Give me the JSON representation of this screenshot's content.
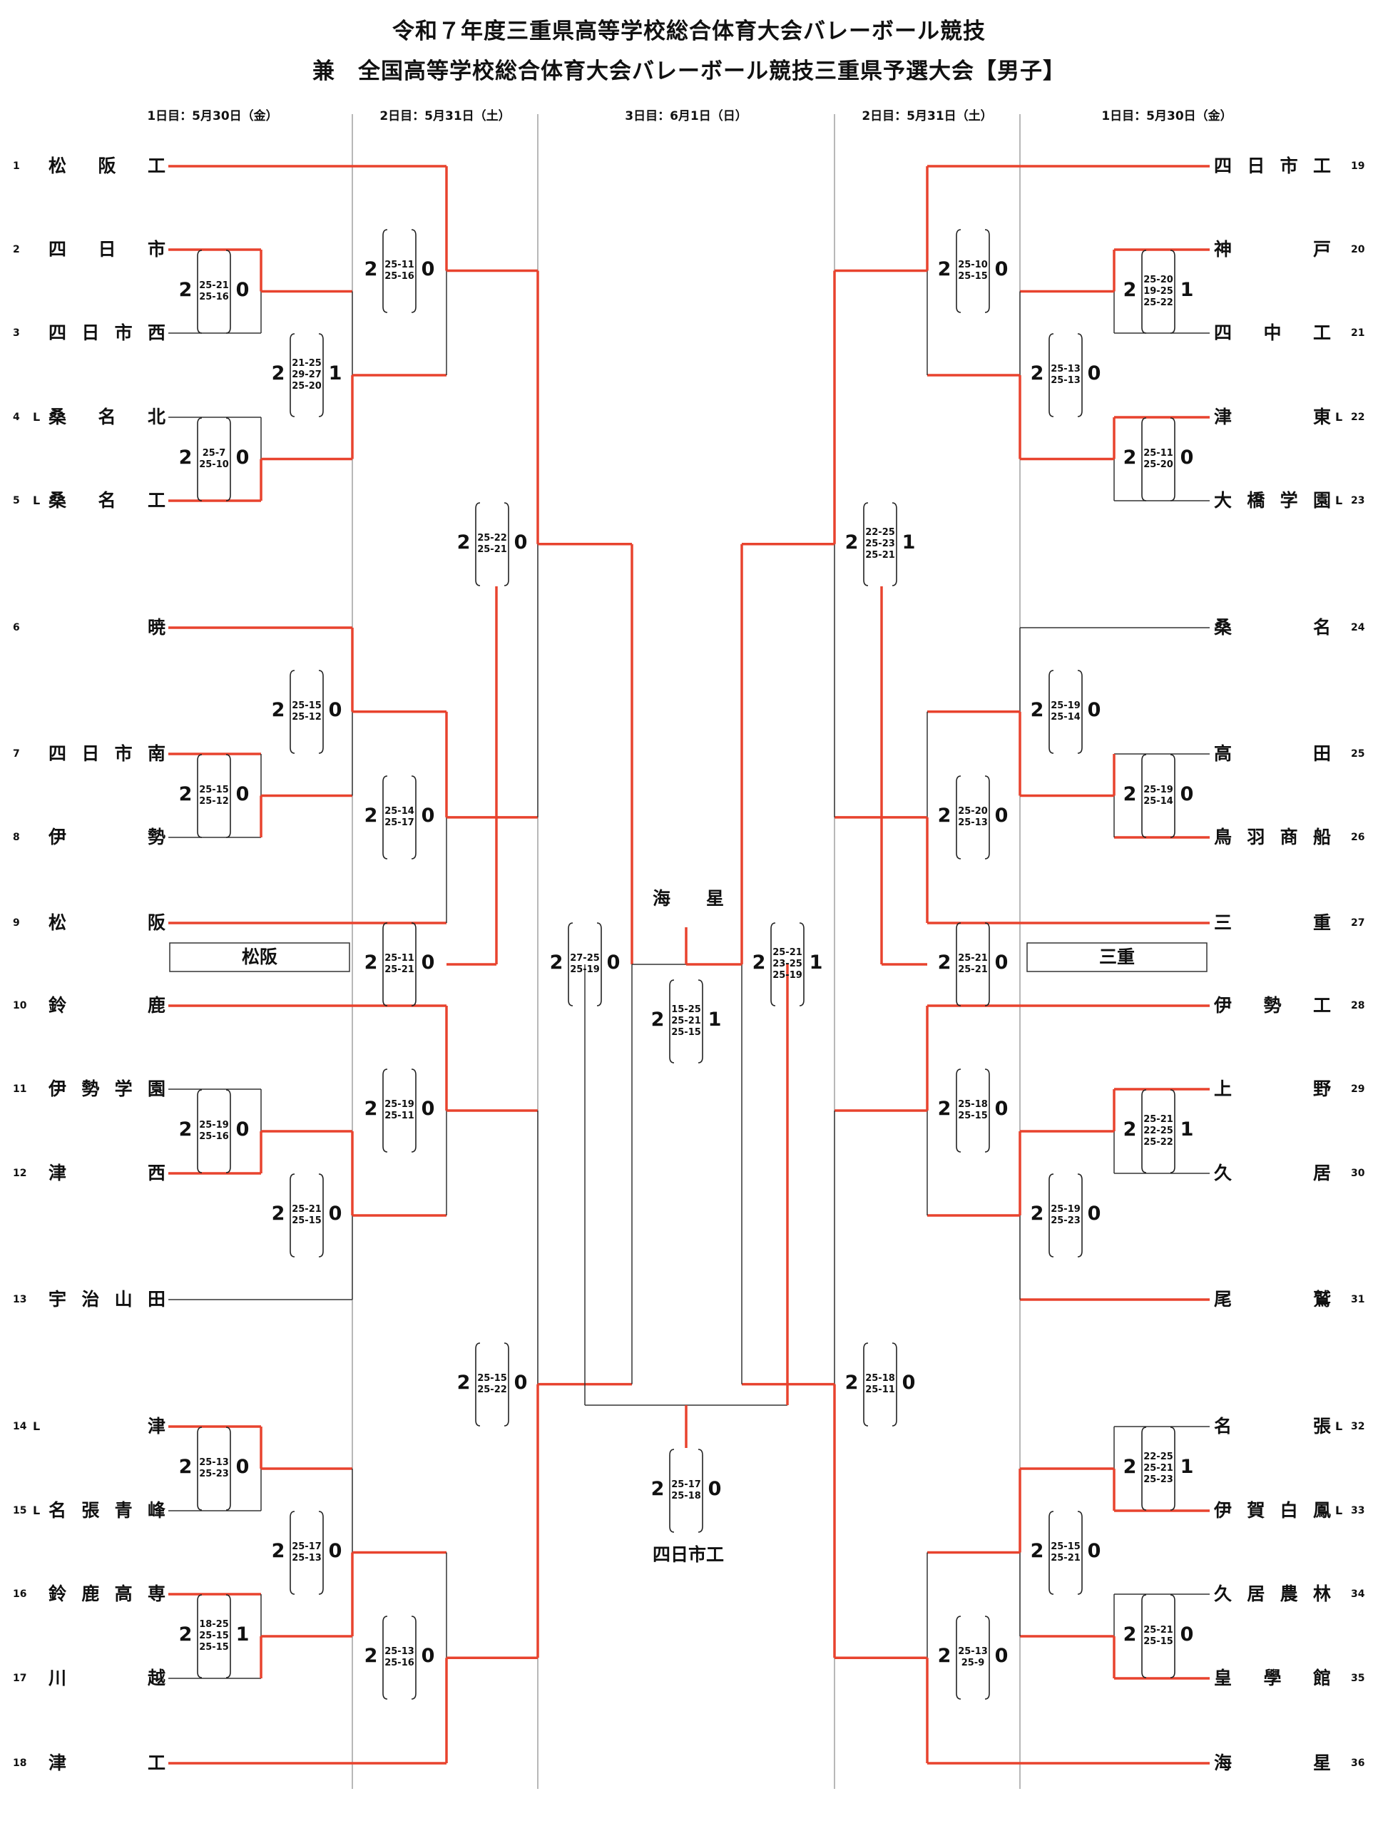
{
  "title": {
    "line1": "令和７年度三重県高等学校総合体育大会バレーボール競技",
    "line2": "兼　全国高等学校総合体育大会バレーボール競技三重県予選大会【男子】"
  },
  "days": {
    "left_day1": "1日目：5月30日（金）",
    "left_day2": "2日目：5月31日（土）",
    "center_day3": "3日目：6月1日（日）",
    "right_day2": "2日目：5月31日（土）",
    "right_day1": "1日目：5月30日（金）"
  },
  "venues": {
    "left": "松阪",
    "right": "三重"
  },
  "champion": "四日市工",
  "semifinal_top_winner": "海　　星",
  "colors": {
    "winner_line": "#e8432e",
    "line": "#333333"
  },
  "teams_left": [
    {
      "seed": "1",
      "name": "松阪工",
      "chars": [
        "松",
        "阪",
        "工"
      ],
      "l": ""
    },
    {
      "seed": "2",
      "name": "四日市",
      "chars": [
        "四",
        "日",
        "市"
      ],
      "l": ""
    },
    {
      "seed": "3",
      "name": "四日市西",
      "chars": [
        "四",
        "日",
        "市",
        "西"
      ],
      "l": ""
    },
    {
      "seed": "4",
      "name": "桑名北",
      "chars": [
        "桑",
        "名",
        "北"
      ],
      "l": "L"
    },
    {
      "seed": "5",
      "name": "桑名工",
      "chars": [
        "桑",
        "名",
        "工"
      ],
      "l": "L"
    },
    {
      "seed": "6",
      "name": "暁",
      "chars": [
        "",
        "暁"
      ],
      "l": ""
    },
    {
      "seed": "7",
      "name": "四日市南",
      "chars": [
        "四",
        "日",
        "市",
        "南"
      ],
      "l": ""
    },
    {
      "seed": "8",
      "name": "伊勢",
      "chars": [
        "伊",
        "勢"
      ],
      "l": ""
    },
    {
      "seed": "9",
      "name": "松阪",
      "chars": [
        "松",
        "阪"
      ],
      "l": ""
    },
    {
      "seed": "10",
      "name": "鈴鹿",
      "chars": [
        "鈴",
        "鹿"
      ],
      "l": ""
    },
    {
      "seed": "11",
      "name": "伊勢学園",
      "chars": [
        "伊",
        "勢",
        "学",
        "園"
      ],
      "l": ""
    },
    {
      "seed": "12",
      "name": "津西",
      "chars": [
        "津",
        "西"
      ],
      "l": ""
    },
    {
      "seed": "13",
      "name": "宇治山田",
      "chars": [
        "宇",
        "治",
        "山",
        "田"
      ],
      "l": ""
    },
    {
      "seed": "14",
      "name": "津",
      "chars": [
        "",
        "津"
      ],
      "l": "L"
    },
    {
      "seed": "15",
      "name": "名張青峰",
      "chars": [
        "名",
        "張",
        "青",
        "峰"
      ],
      "l": "L"
    },
    {
      "seed": "16",
      "name": "鈴鹿高専",
      "chars": [
        "鈴",
        "鹿",
        "高",
        "専"
      ],
      "l": ""
    },
    {
      "seed": "17",
      "name": "川越",
      "chars": [
        "川",
        "越"
      ],
      "l": ""
    },
    {
      "seed": "18",
      "name": "津工",
      "chars": [
        "津",
        "工"
      ],
      "l": ""
    }
  ],
  "teams_right": [
    {
      "seed": "19",
      "name": "四日市工",
      "chars": [
        "四",
        "日",
        "市",
        "工"
      ],
      "l": ""
    },
    {
      "seed": "20",
      "name": "神戸",
      "chars": [
        "神",
        "戸"
      ],
      "l": ""
    },
    {
      "seed": "21",
      "name": "四中工",
      "chars": [
        "四",
        "中",
        "工"
      ],
      "l": ""
    },
    {
      "seed": "22",
      "name": "津東",
      "chars": [
        "津",
        "東"
      ],
      "l": "L"
    },
    {
      "seed": "23",
      "name": "大橋学園",
      "chars": [
        "大",
        "橋",
        "学",
        "園"
      ],
      "l": "L"
    },
    {
      "seed": "24",
      "name": "桑名",
      "chars": [
        "桑",
        "名"
      ],
      "l": ""
    },
    {
      "seed": "25",
      "name": "高田",
      "chars": [
        "高",
        "田"
      ],
      "l": ""
    },
    {
      "seed": "26",
      "name": "鳥羽商船",
      "chars": [
        "鳥",
        "羽",
        "商",
        "船"
      ],
      "l": ""
    },
    {
      "seed": "27",
      "name": "三重",
      "chars": [
        "三",
        "重"
      ],
      "l": ""
    },
    {
      "seed": "28",
      "name": "伊勢工",
      "chars": [
        "伊",
        "勢",
        "工"
      ],
      "l": ""
    },
    {
      "seed": "29",
      "name": "上野",
      "chars": [
        "上",
        "野"
      ],
      "l": ""
    },
    {
      "seed": "30",
      "name": "久居",
      "chars": [
        "久",
        "居"
      ],
      "l": ""
    },
    {
      "seed": "31",
      "name": "尾鷲",
      "chars": [
        "尾",
        "鷲"
      ],
      "l": ""
    },
    {
      "seed": "32",
      "name": "名張",
      "chars": [
        "名",
        "張"
      ],
      "l": "L"
    },
    {
      "seed": "33",
      "name": "伊賀白鳳",
      "chars": [
        "伊",
        "賀",
        "白",
        "鳳"
      ],
      "l": "L"
    },
    {
      "seed": "34",
      "name": "久居農林",
      "chars": [
        "久",
        "居",
        "農",
        "林"
      ],
      "l": ""
    },
    {
      "seed": "35",
      "name": "皇學館",
      "chars": [
        "皇",
        "學",
        "館"
      ],
      "l": ""
    },
    {
      "seed": "36",
      "name": "海星",
      "chars": [
        "海",
        "星"
      ],
      "l": ""
    }
  ],
  "matches": [
    {
      "id": "L1",
      "w": "2",
      "l": "0",
      "sets": [
        "25-21",
        "25-16"
      ]
    },
    {
      "id": "L2",
      "w": "2",
      "l": "0",
      "sets": [
        "25-7",
        "25-10"
      ]
    },
    {
      "id": "L3",
      "w": "2",
      "l": "1",
      "sets": [
        "21-25",
        "29-27",
        "25-20"
      ]
    },
    {
      "id": "L4",
      "w": "2",
      "l": "0",
      "sets": [
        "25-11",
        "25-16"
      ]
    },
    {
      "id": "L5",
      "w": "2",
      "l": "0",
      "sets": [
        "25-15",
        "25-12"
      ]
    },
    {
      "id": "L6",
      "w": "2",
      "l": "0",
      "sets": [
        "25-15",
        "25-12"
      ]
    },
    {
      "id": "L7",
      "w": "2",
      "l": "0",
      "sets": [
        "25-14",
        "25-17"
      ]
    },
    {
      "id": "L8",
      "w": "2",
      "l": "0",
      "sets": [
        "25-22",
        "25-21"
      ]
    },
    {
      "id": "L9",
      "w": "2",
      "l": "0",
      "sets": [
        "25-11",
        "25-21"
      ]
    },
    {
      "id": "L10",
      "w": "2",
      "l": "0",
      "sets": [
        "25-19",
        "25-16"
      ]
    },
    {
      "id": "L11",
      "w": "2",
      "l": "0",
      "sets": [
        "25-19",
        "25-11"
      ]
    },
    {
      "id": "L12",
      "w": "2",
      "l": "0",
      "sets": [
        "25-21",
        "25-15"
      ]
    },
    {
      "id": "L13",
      "w": "2",
      "l": "0",
      "sets": [
        "25-15",
        "25-22"
      ]
    },
    {
      "id": "L14",
      "w": "2",
      "l": "0",
      "sets": [
        "25-13",
        "25-23"
      ]
    },
    {
      "id": "L15",
      "w": "2",
      "l": "0",
      "sets": [
        "25-17",
        "25-13"
      ]
    },
    {
      "id": "L16",
      "w": "2",
      "l": "1",
      "sets": [
        "18-25",
        "25-15",
        "25-15"
      ]
    },
    {
      "id": "L17",
      "w": "2",
      "l": "0",
      "sets": [
        "25-13",
        "25-16"
      ]
    },
    {
      "id": "R1",
      "w": "2",
      "l": "0",
      "sets": [
        "25-10",
        "25-15"
      ]
    },
    {
      "id": "R2",
      "w": "2",
      "l": "1",
      "sets": [
        "25-20",
        "19-25",
        "25-22"
      ]
    },
    {
      "id": "R3",
      "w": "2",
      "l": "0",
      "sets": [
        "25-13",
        "25-13"
      ]
    },
    {
      "id": "R4",
      "w": "2",
      "l": "0",
      "sets": [
        "25-11",
        "25-20"
      ]
    },
    {
      "id": "R5",
      "w": "2",
      "l": "1",
      "sets": [
        "22-25",
        "25-23",
        "25-21"
      ]
    },
    {
      "id": "R6",
      "w": "2",
      "l": "0",
      "sets": [
        "25-19",
        "25-14"
      ]
    },
    {
      "id": "R7",
      "w": "2",
      "l": "0",
      "sets": [
        "25-19",
        "25-14"
      ]
    },
    {
      "id": "R8",
      "w": "2",
      "l": "0",
      "sets": [
        "25-20",
        "25-13"
      ]
    },
    {
      "id": "R9",
      "w": "2",
      "l": "0",
      "sets": [
        "25-21",
        "25-21"
      ]
    },
    {
      "id": "R10",
      "w": "2",
      "l": "0",
      "sets": [
        "25-18",
        "25-15"
      ]
    },
    {
      "id": "R11",
      "w": "2",
      "l": "1",
      "sets": [
        "25-21",
        "22-25",
        "25-22"
      ]
    },
    {
      "id": "R12",
      "w": "2",
      "l": "0",
      "sets": [
        "25-19",
        "25-23"
      ]
    },
    {
      "id": "R13",
      "w": "2",
      "l": "0",
      "sets": [
        "25-18",
        "25-11"
      ]
    },
    {
      "id": "R14",
      "w": "2",
      "l": "1",
      "sets": [
        "22-25",
        "25-21",
        "25-23"
      ]
    },
    {
      "id": "R15",
      "w": "2",
      "l": "0",
      "sets": [
        "25-15",
        "25-21"
      ]
    },
    {
      "id": "R16",
      "w": "2",
      "l": "0",
      "sets": [
        "25-21",
        "25-15"
      ]
    },
    {
      "id": "R17",
      "w": "2",
      "l": "0",
      "sets": [
        "25-13",
        "25-9"
      ]
    },
    {
      "id": "C1",
      "w": "2",
      "l": "0",
      "sets": [
        "27-25",
        "25-19"
      ]
    },
    {
      "id": "C2",
      "w": "2",
      "l": "1",
      "sets": [
        "25-21",
        "23-25",
        "25-19"
      ]
    },
    {
      "id": "C3",
      "w": "2",
      "l": "1",
      "sets": [
        "15-25",
        "25-21",
        "25-15"
      ]
    },
    {
      "id": "C4",
      "w": "2",
      "l": "0",
      "sets": [
        "25-17",
        "25-18"
      ]
    }
  ]
}
